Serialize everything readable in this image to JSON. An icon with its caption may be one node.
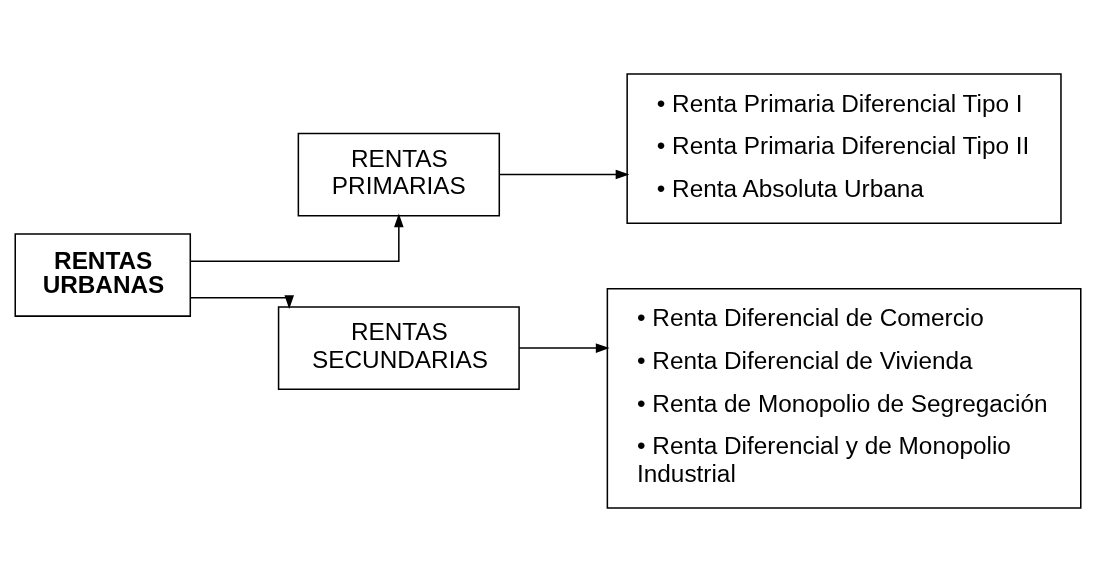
{
  "diagram": {
    "nodes": [
      {
        "text": [
          "RENTAS URBANAS"
        ]
      },
      {
        "text": [
          "RENTAS PRIMARIAS"
        ]
      },
      {
        "text": [
          "RENTAS SECUNDARIAS"
        ]
      },
      {
        "text": [
          "• Renta Primaria Diferencial Tipo I",
          "• Renta Primaria Diferencial Tipo II",
          "• Renta Absoluta Urbana"
        ]
      },
      {
        "text": [
          "• Renta Diferencial de Comercio",
          "• Renta Diferencial de Vivienda",
          "• Renta de Monopolio de Segregación",
          "• Renta Diferencial y de Monopolio Industrial"
        ]
      }
    ],
    "edges": [
      {
        "from": 0,
        "to": 1,
        "arrow": "to"
      },
      {
        "from": 0,
        "to": 2,
        "arrow": "to"
      },
      {
        "from": 1,
        "to": 3,
        "arrow": "to"
      },
      {
        "from": 2,
        "to": 4,
        "arrow": "to"
      }
    ]
  }
}
